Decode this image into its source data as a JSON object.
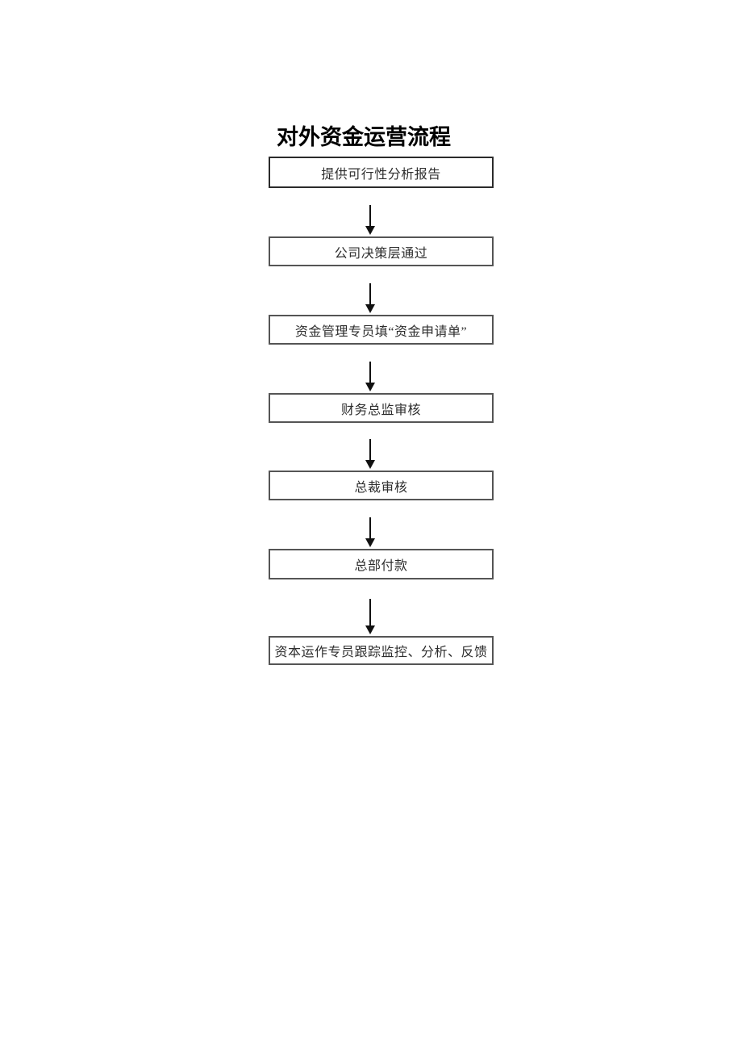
{
  "document": {
    "title": "对外资金运营流程"
  },
  "flowchart": {
    "type": "flowchart",
    "direction": "top-down",
    "steps": [
      {
        "label": "提供可行性分析报告"
      },
      {
        "label": "公司决策层通过"
      },
      {
        "label": "资金管理专员填“资金申请单”"
      },
      {
        "label": "财务总监审核"
      },
      {
        "label": "总裁审核"
      },
      {
        "label": "总部付款"
      },
      {
        "label": "资本运作专员跟踪监控、分析、反馈"
      }
    ],
    "connectors": "downward arrow between each consecutive step",
    "colors": {
      "background": "#ffffff",
      "box_border": "#555555",
      "first_box_border": "#2b2b2b",
      "box_text": "#2e2e2e",
      "title_text": "#000000",
      "arrow": "#111111"
    }
  }
}
